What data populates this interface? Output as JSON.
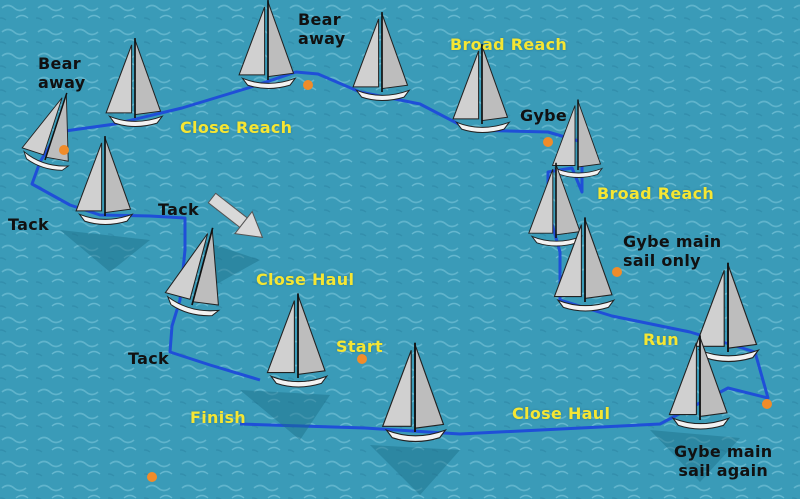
{
  "colors": {
    "water": "#3a9bb8",
    "water_light": "#7fc8dc",
    "course_line": "#1f4fd8",
    "buoy": "#f08c2a",
    "yellow_label": "#f5e633",
    "black_label": "#111111",
    "sail": "#c9c9c9",
    "hull": "#f2f2f2"
  },
  "labels": {
    "bear_away_left": "Bear\naway",
    "bear_away_top": "Bear\naway",
    "close_reach": "Close Reach",
    "broad_reach_top": "Broad Reach",
    "gybe": "Gybe",
    "broad_reach_right": "Broad Reach",
    "tack_left": "Tack",
    "tack_mid": "Tack",
    "close_haul_mid": "Close Haul",
    "gybe_main_sail_only": "Gybe main\nsail only",
    "start": "Start",
    "tack_bottom": "Tack",
    "run": "Run",
    "finish": "Finish",
    "close_haul_bottom": "Close Haul",
    "gybe_main_sail_again": "Gybe main\nsail again"
  },
  "icons": {
    "wind_arrow": "wind-direction-arrow-icon",
    "buoy": "buoy-marker-icon",
    "boat": "sailboat-icon"
  }
}
